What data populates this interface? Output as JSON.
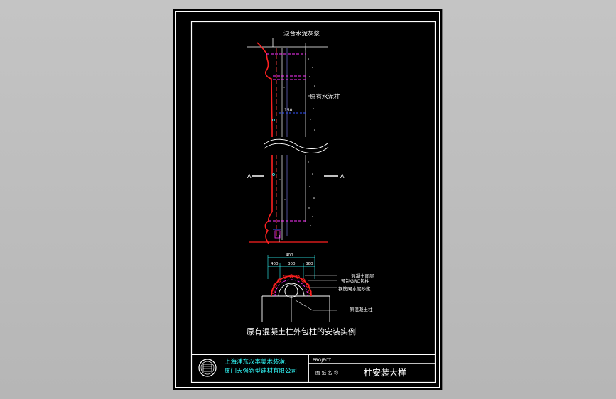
{
  "drawing": {
    "top_note": "混合水泥灰浆",
    "column_label": "原有水泥柱",
    "dim_150": "150",
    "section_left": "A",
    "section_right": "A'",
    "plan_dim_total": "400",
    "plan_dim_left": "400",
    "plan_dim_mid": "300",
    "plan_dim_right": "360",
    "callout_1": "混凝土面层",
    "callout_2": "预制GRC包柱",
    "callout_3": "钢筋网水泥砂浆",
    "callout_4": "原混凝土柱",
    "caption": "原有混凝土柱外包柱的安装实例"
  },
  "title_block": {
    "company_1": "上海浦东汉本美术装潢厂",
    "company_2": "厦门天强新型建材有限公司",
    "project_label": "PROJECT",
    "drawing_name_label": "图 纸 名 称",
    "drawing_title": "柱安装大样"
  },
  "colors": {
    "background": "#000000",
    "frame": "#ffffff",
    "accent_red": "#ff2020",
    "accent_magenta": "#ff33ff",
    "accent_cyan": "#33ffff",
    "accent_blue": "#3355ff"
  }
}
